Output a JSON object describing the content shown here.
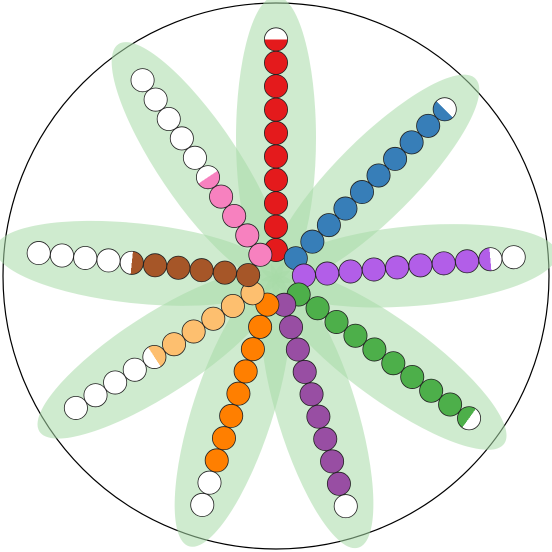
{
  "diagram": {
    "type": "radial-bead-flower",
    "empty_color": "#ffffff",
    "petal_color": "#a8dba8",
    "arms": [
      {
        "name": "red",
        "direction_deg": -90,
        "color": "#e41a1c",
        "filled": 9.5,
        "total": 10
      },
      {
        "name": "blue",
        "direction_deg": -45,
        "color": "#377eb8",
        "filled": 9.5,
        "total": 10
      },
      {
        "name": "purple-light",
        "direction_deg": -5,
        "color": "#b25ee8",
        "filled": 8.5,
        "total": 10
      },
      {
        "name": "green",
        "direction_deg": 36,
        "color": "#4daf4a",
        "filled": 9.5,
        "total": 10
      },
      {
        "name": "purple",
        "direction_deg": 73,
        "color": "#984ea3",
        "filled": 9,
        "total": 10
      },
      {
        "name": "orange",
        "direction_deg": 108,
        "color": "#ff7f00",
        "filled": 8,
        "total": 10
      },
      {
        "name": "peach",
        "direction_deg": 147,
        "color": "#fdbf6f",
        "filled": 5.5,
        "total": 10
      },
      {
        "name": "brown",
        "direction_deg": 186,
        "color": "#a65628",
        "filled": 5.5,
        "total": 10
      },
      {
        "name": "pink",
        "direction_deg": 236,
        "color": "#f781bf",
        "filled": 4.5,
        "total": 10
      }
    ]
  }
}
